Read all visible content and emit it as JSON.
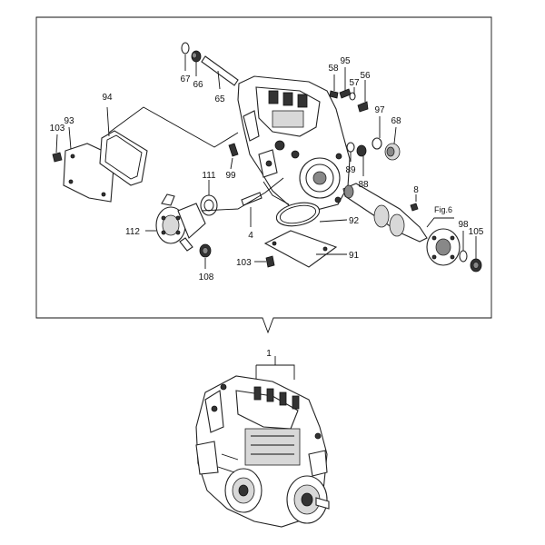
{
  "diagram": {
    "callouts": {
      "c1": "1",
      "c4": "4",
      "c8": "8",
      "c56": "56",
      "c57": "57",
      "c58": "58",
      "c65": "65",
      "c66": "66",
      "c67": "67",
      "c68": "68",
      "c88": "88",
      "c89": "89",
      "c91": "91",
      "c92": "92",
      "c93": "93",
      "c94": "94",
      "c95": "95",
      "c97": "97",
      "c98": "98",
      "c99": "99",
      "c103a": "103",
      "c103b": "103",
      "c105": "105",
      "c108": "108",
      "c111": "111",
      "c112": "112"
    },
    "fig_ref": "Fig.6"
  }
}
